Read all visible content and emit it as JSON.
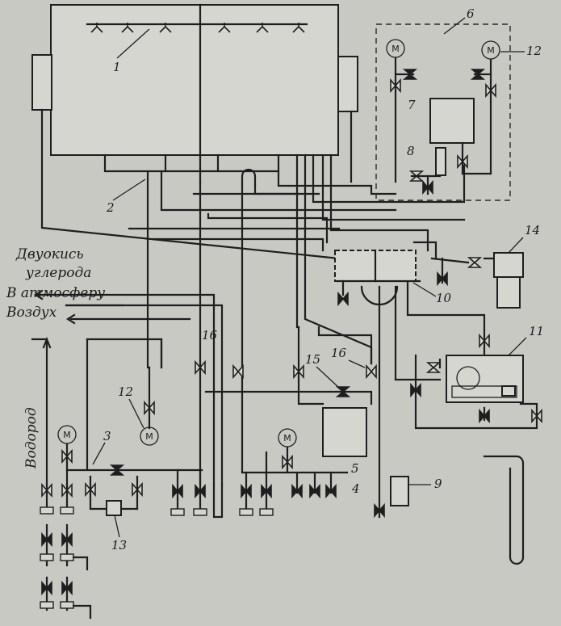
{
  "labels": {
    "carbon_dioxide_line1": "Двуокись",
    "carbon_dioxide_line2": "углерода",
    "to_atmosphere": "В атмосферу",
    "air": "Воздух",
    "hydrogen": "Водород",
    "n1": "1",
    "n2": "2",
    "n3": "3",
    "n4": "4",
    "n5": "5",
    "n6": "6",
    "n7": "7",
    "n8": "8",
    "n9": "9",
    "n10": "10",
    "n11": "11",
    "n12a": "12",
    "n12b": "12",
    "n13": "13",
    "n14": "14",
    "n15": "15",
    "n16a": "16",
    "n16b": "16"
  },
  "motor_symbol": "M"
}
